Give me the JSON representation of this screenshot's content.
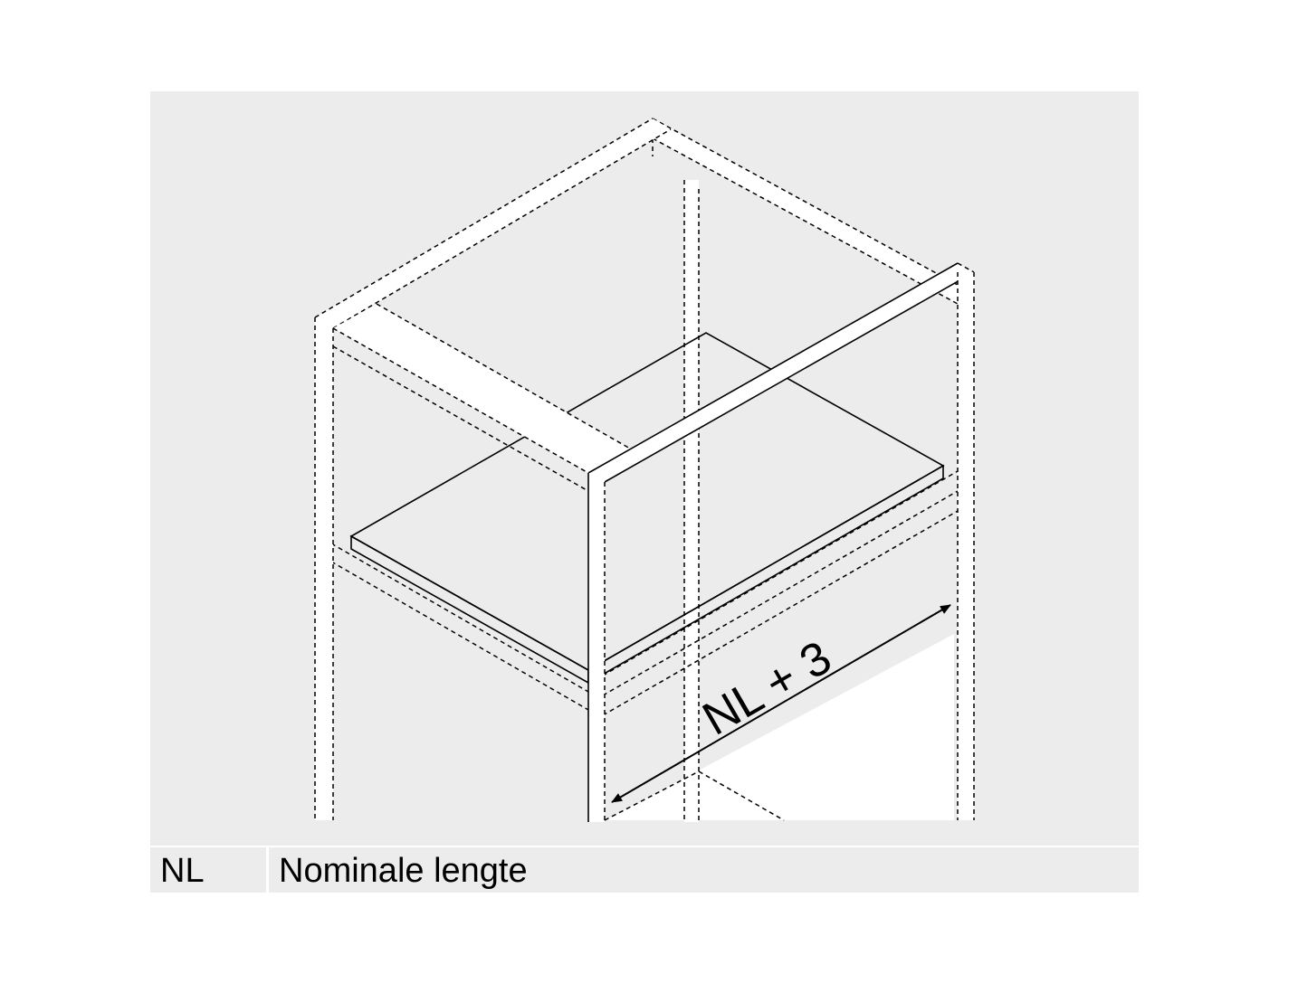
{
  "diagram": {
    "dimension_label": "NL + 3"
  },
  "legend": {
    "rows": [
      {
        "key": "NL",
        "description": "Nominale lengte"
      }
    ]
  },
  "colors": {
    "panel_background": "#ececec",
    "shelf_fill": "#d9d9d9",
    "frame_fill": "#ffffff",
    "line": "#000000"
  }
}
